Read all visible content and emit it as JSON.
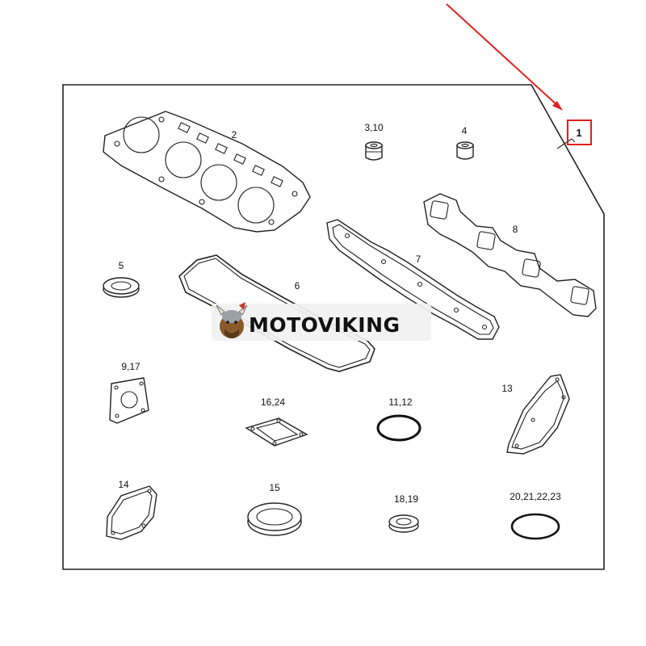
{
  "callout": {
    "label": "1",
    "arrow_color": "#e02020"
  },
  "watermark": {
    "brand": "MOTOVIKING"
  },
  "parts": [
    {
      "id": "p2",
      "label": "2"
    },
    {
      "id": "p3",
      "label": "3,10"
    },
    {
      "id": "p4",
      "label": "4"
    },
    {
      "id": "p5",
      "label": "5"
    },
    {
      "id": "p6",
      "label": "6"
    },
    {
      "id": "p7",
      "label": "7"
    },
    {
      "id": "p8",
      "label": "8"
    },
    {
      "id": "p9",
      "label": "9,17"
    },
    {
      "id": "p16",
      "label": "16,24"
    },
    {
      "id": "p11",
      "label": "11,12"
    },
    {
      "id": "p13",
      "label": "13"
    },
    {
      "id": "p14",
      "label": "14"
    },
    {
      "id": "p15",
      "label": "15"
    },
    {
      "id": "p18",
      "label": "18,19"
    },
    {
      "id": "p20",
      "label": "20,21,22,23"
    }
  ]
}
